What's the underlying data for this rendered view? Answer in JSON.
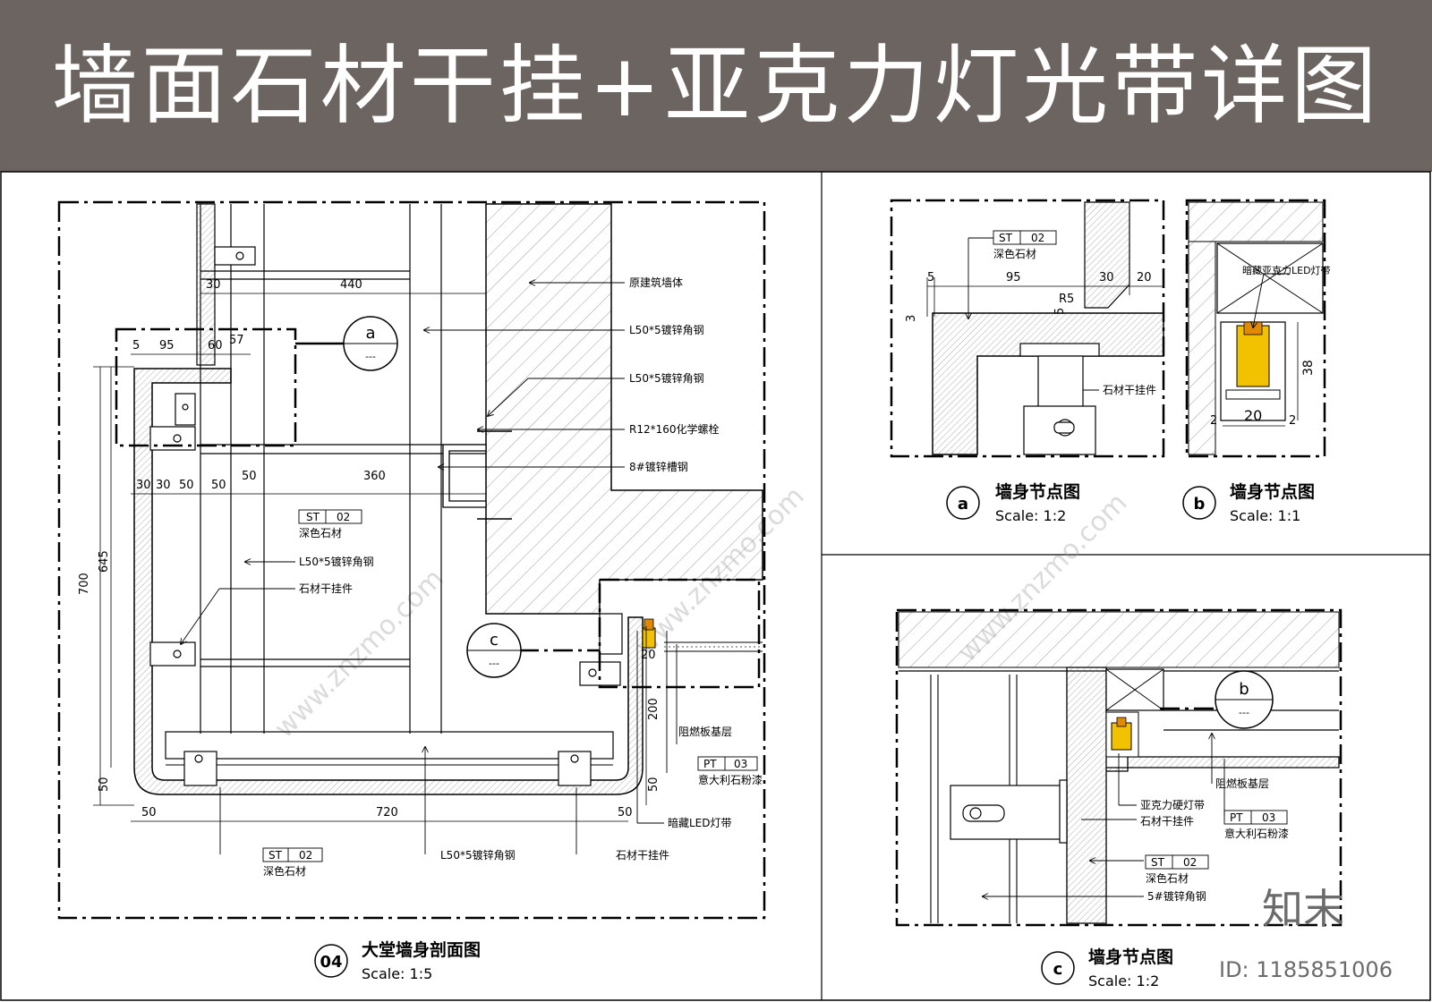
{
  "title": "墙面石材干挂+亚克力灯光带详图",
  "watermark": {
    "site": "www.znzmo.com",
    "logo": "知末",
    "id": "ID: 1185851006"
  },
  "main_drawing": {
    "number": "04",
    "caption": "大堂墙身剖面图",
    "scale": "Scale: 1:5",
    "callout_a": "a",
    "callout_c": "c",
    "callout_sub": "---",
    "dims": {
      "d30_top": "30",
      "d440": "440",
      "d5": "5",
      "d95": "95",
      "d60": "60",
      "d57": "57",
      "d30a": "30",
      "d30b": "30",
      "d50a": "50",
      "d50b": "50",
      "d50c": "50",
      "d360": "360",
      "d700": "700",
      "d645": "645",
      "d50_left": "50",
      "d50_bl": "50",
      "d720": "720",
      "d50_br": "50",
      "d20": "20",
      "d200": "200",
      "d50_r": "50"
    },
    "labels": {
      "wall": "原建筑墙体",
      "angle1": "L50*5镀锌角钢",
      "angle2": "L50*5镀锌角钢",
      "bolt": "R12*160化学螺栓",
      "channel": "8#镀锌槽钢",
      "st_code": "ST",
      "st_num": "02",
      "stone": "深色石材",
      "angle3": "L50*5镀锌角钢",
      "hanger": "石材干挂件",
      "board": "阻燃板基层",
      "pt_code": "PT",
      "pt_num": "03",
      "paint": "意大利石粉漆",
      "led": "暗藏LED灯带",
      "st_code_b": "ST",
      "st_num_b": "02",
      "stone_b": "深色石材",
      "angle_b": "L50*5镀锌角钢",
      "hanger_b": "石材干挂件"
    }
  },
  "detail_a": {
    "badge": "a",
    "caption": "墙身节点图",
    "scale": "Scale: 1:2",
    "st_code": "ST",
    "st_num": "02",
    "stone": "深色石材",
    "d5": "5",
    "d95": "95",
    "d30": "30",
    "d20": "20",
    "r5": "R5",
    "d3": "3",
    "d5b": "5",
    "hanger": "石材干挂件"
  },
  "detail_b": {
    "badge": "b",
    "caption": "墙身节点图",
    "scale": "Scale: 1:1",
    "led": "暗藏亚克力LED灯带",
    "d38": "38",
    "d20": "20",
    "d2a": "2",
    "d2b": "2"
  },
  "detail_c": {
    "badge": "c",
    "caption": "墙身节点图",
    "scale": "Scale: 1:2",
    "callout_b": "b",
    "callout_sub": "---",
    "board": "阻燃板基层",
    "acrylic": "亚克力硬灯带",
    "hanger": "石材干挂件",
    "pt_code": "PT",
    "pt_num": "03",
    "paint": "意大利石粉漆",
    "st_code": "ST",
    "st_num": "02",
    "stone": "深色石材",
    "angle": "5#镀锌角钢"
  },
  "colors": {
    "title_bar": "#6b6461",
    "led_yellow": "#f2c200",
    "led_orange": "#e08a00"
  }
}
